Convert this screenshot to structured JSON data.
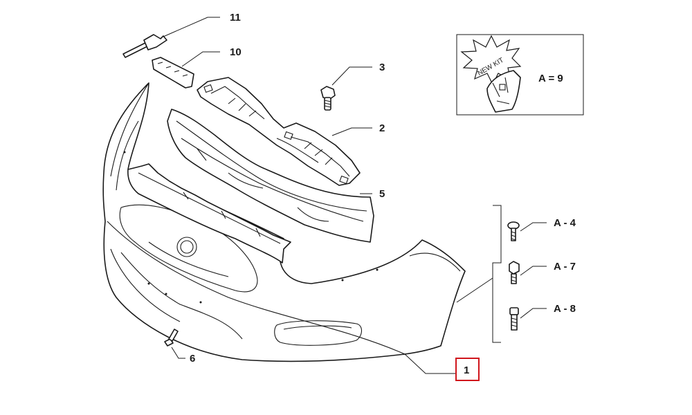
{
  "callouts": {
    "c1": "1",
    "c2": "2",
    "c3": "3",
    "c5": "5",
    "c6": "6",
    "c10": "10",
    "c11": "11"
  },
  "kit": {
    "badge": "NEW KIT",
    "label": "A = 9"
  },
  "fasteners": {
    "a4": "A - 4",
    "a7": "A - 7",
    "a8": "A - 8"
  },
  "colors": {
    "highlight": "#d0151b",
    "line": "#1a1a1a"
  },
  "highlighted_callout": "1"
}
